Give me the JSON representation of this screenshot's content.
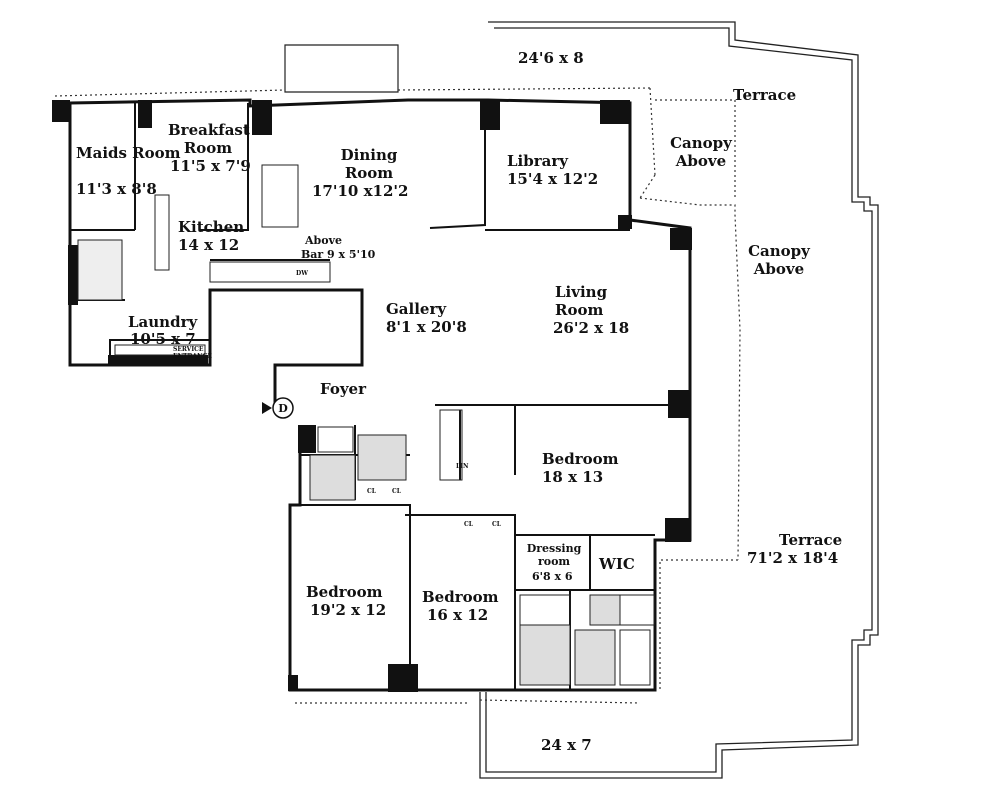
{
  "rooms": {
    "maids": {
      "name": "Maids Room",
      "dims": "11'3 x 8'8"
    },
    "breakfast": {
      "name": "Breakfast Room",
      "dims": "11'5 x 7'9"
    },
    "kitchen": {
      "name": "Kitchen",
      "dims": "14 x 12"
    },
    "laundry": {
      "name": "Laundry",
      "dims": "10'5 x 7"
    },
    "dining": {
      "name": "Dining Room",
      "dims": "17'10 x12'2"
    },
    "above_bar": {
      "name": "Above",
      "dims": "Bar 9 x 5'10"
    },
    "library": {
      "name": "Library",
      "dims": "15'4 x 12'2"
    },
    "gallery": {
      "name": "Gallery",
      "dims": "8'1 x 20'8"
    },
    "living": {
      "name": "Living Room",
      "dims": "26'2 x 18"
    },
    "foyer": {
      "name": "Foyer"
    },
    "bedroom_east": {
      "name": "Bedroom",
      "dims": "18 x 13"
    },
    "bedroom_sw": {
      "name": "Bedroom",
      "dims": "19'2 x 12"
    },
    "bedroom_s": {
      "name": "Bedroom",
      "dims": "16 x 12"
    },
    "dressing": {
      "name": "Dressing room",
      "dims": "6'8 x 6"
    },
    "wic": {
      "name": "WIC"
    }
  },
  "terraces": {
    "north_dims": "24'6 x 8",
    "main_name": "Terrace",
    "canopy_1": "Canopy Above",
    "canopy_2": "Canopy Above",
    "east_name": "Terrace",
    "east_dims": "71'2 x 18'4",
    "south_dims": "24 x 7"
  },
  "markers": {
    "door": "D",
    "service_entrance": "SERVICE ENTRANCE",
    "closet": "CL",
    "linen": "LIN",
    "dw": "DW"
  }
}
